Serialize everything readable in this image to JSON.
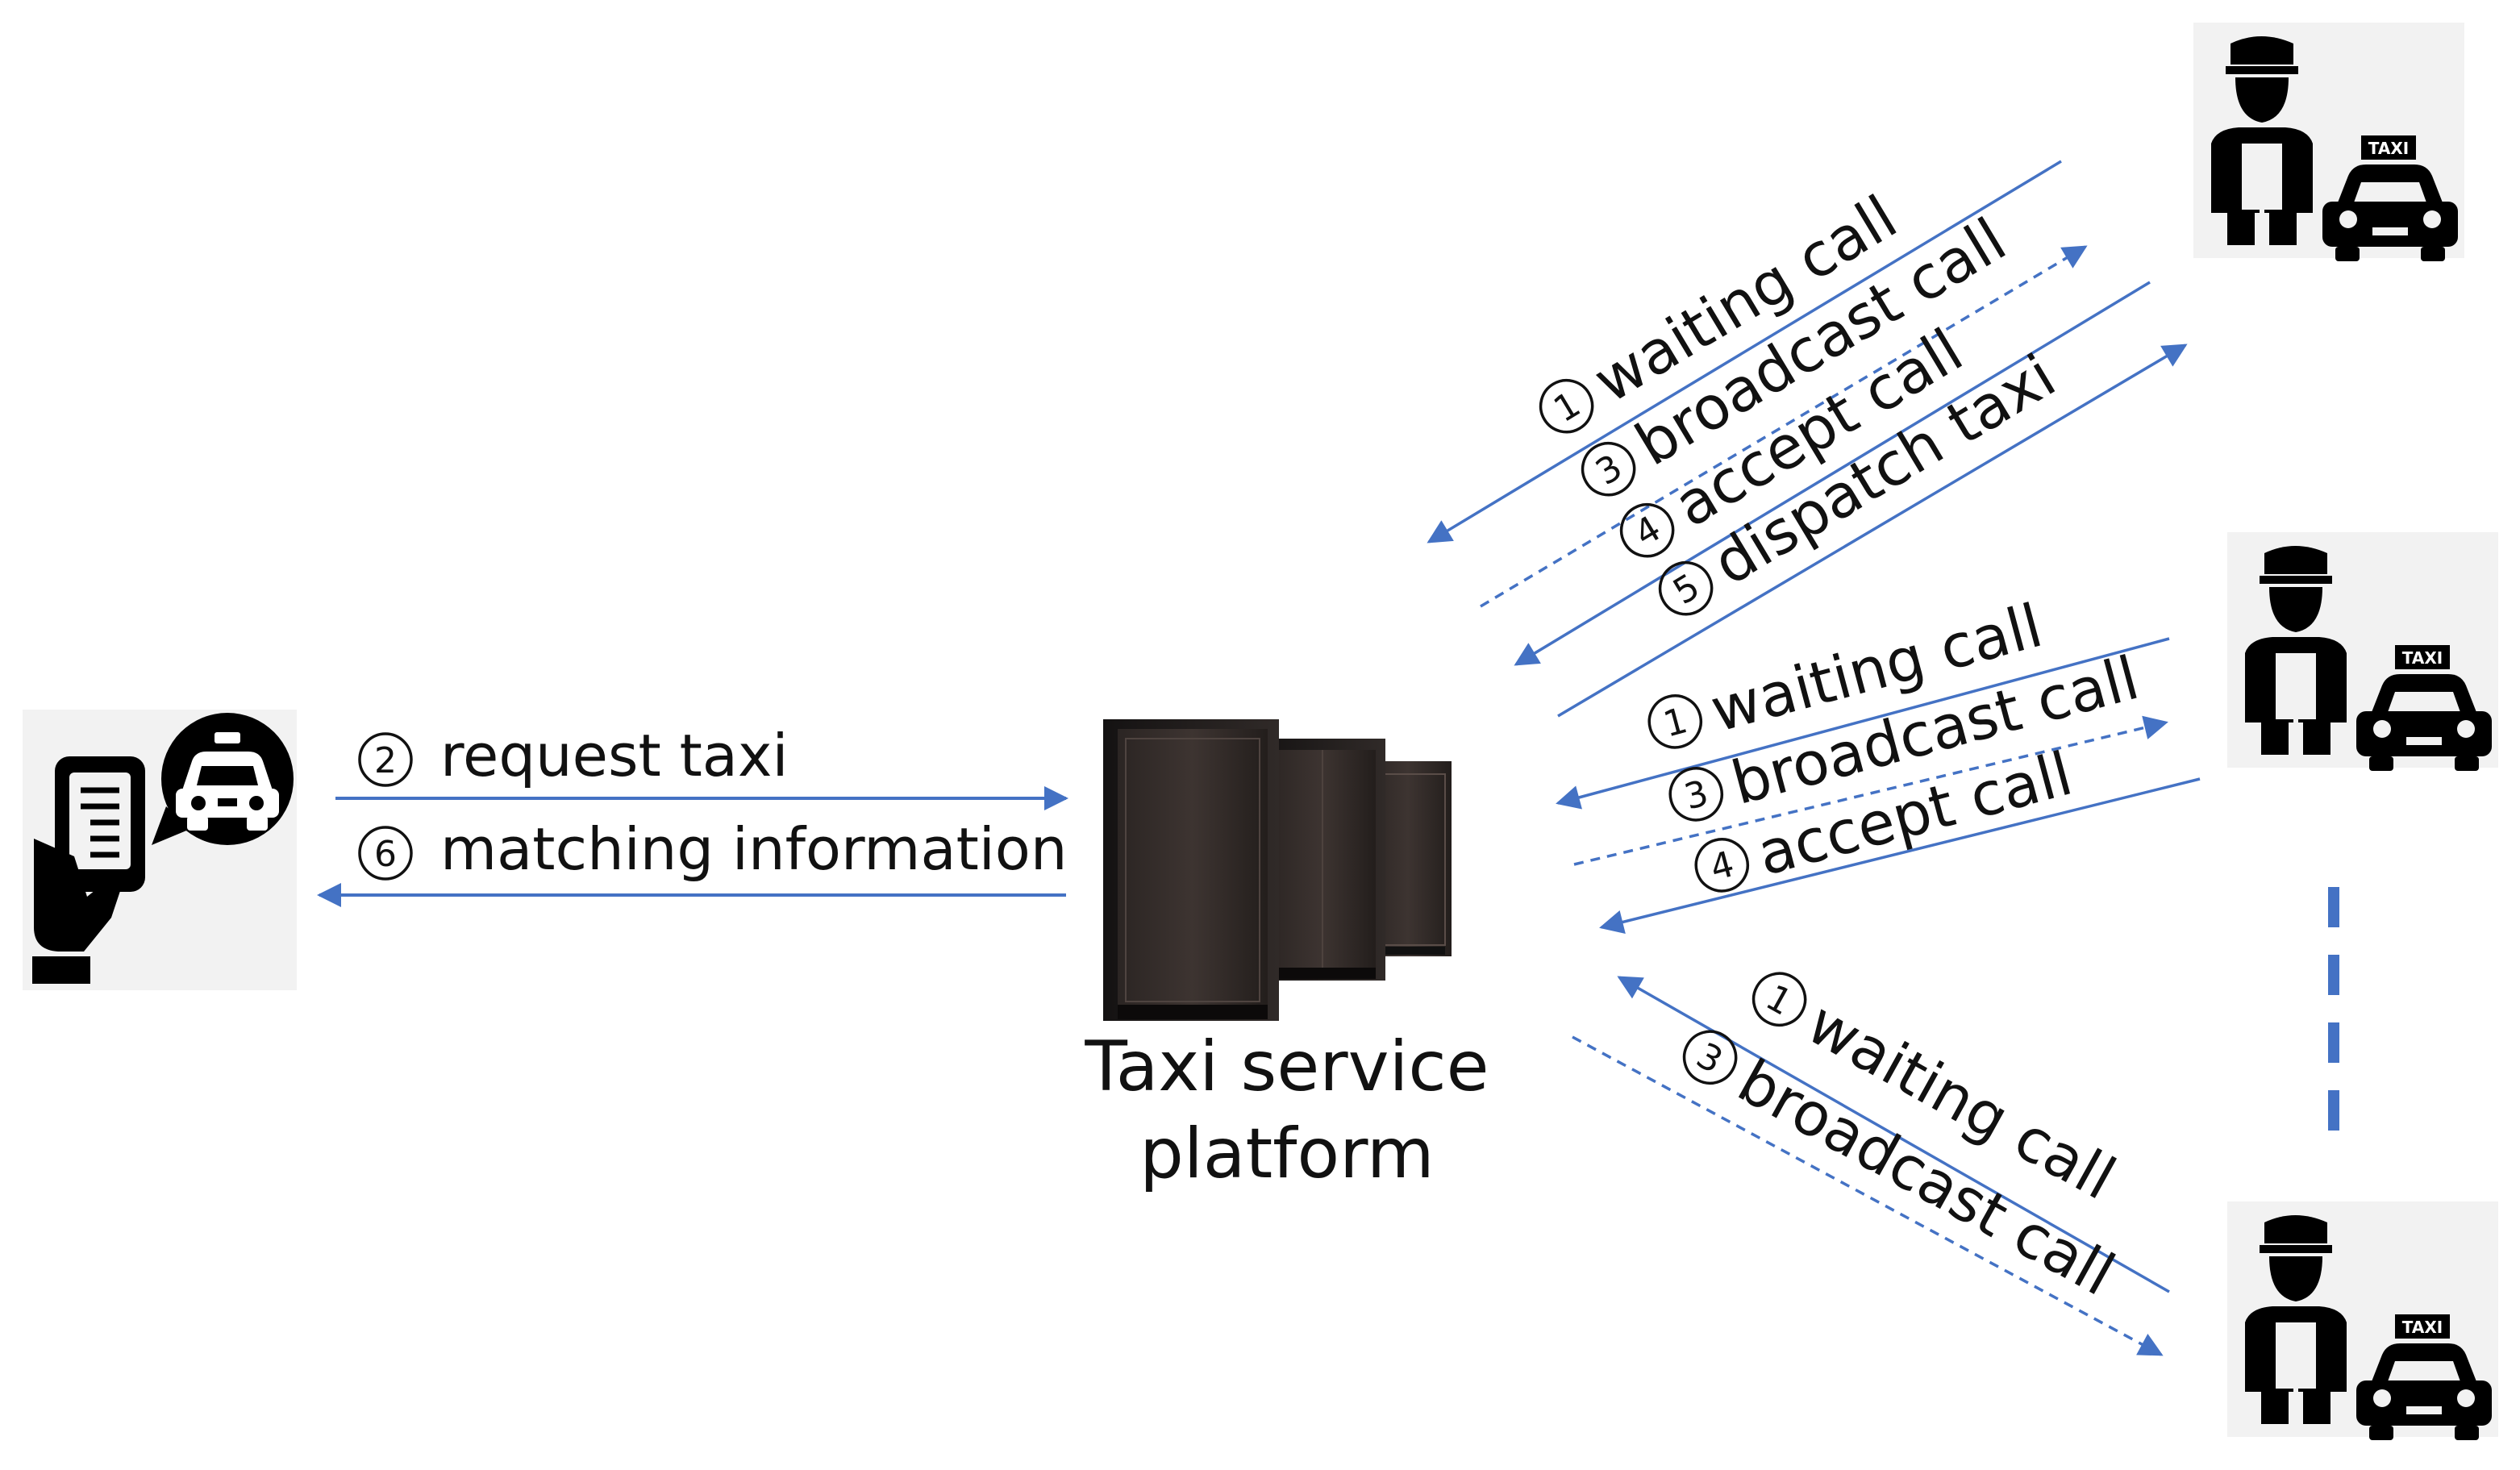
{
  "platform": {
    "label_line1": "Taxi service",
    "label_line2": "platform"
  },
  "passenger_link": {
    "request": {
      "num": "2",
      "text": "request taxi"
    },
    "matching": {
      "num": "6",
      "text": "matching information"
    }
  },
  "driver_1_link": {
    "waiting": {
      "num": "1",
      "text": "waiting call"
    },
    "broadcast": {
      "num": "3",
      "text": "broadcast call"
    },
    "accept": {
      "num": "4",
      "text": "accept call"
    },
    "dispatch": {
      "num": "5",
      "text": "dispatch taxi"
    }
  },
  "driver_2_link": {
    "waiting": {
      "num": "1",
      "text": "waiting call"
    },
    "broadcast": {
      "num": "3",
      "text": "broadcast call"
    },
    "accept": {
      "num": "4",
      "text": "accept call"
    }
  },
  "driver_3_link": {
    "waiting": {
      "num": "1",
      "text": "waiting call"
    },
    "broadcast": {
      "num": "3",
      "text": "broadcast call"
    }
  },
  "taxi_sign": "TAXI",
  "colors": {
    "arrow": "#4472C4",
    "text": "#111111",
    "icon": "#000000",
    "icon_panel": "#F2F2F2"
  },
  "icons": {
    "passenger": "hand-phone-taxi-icon",
    "server": "server-rack-icon",
    "driver": "taxi-driver-icon"
  }
}
